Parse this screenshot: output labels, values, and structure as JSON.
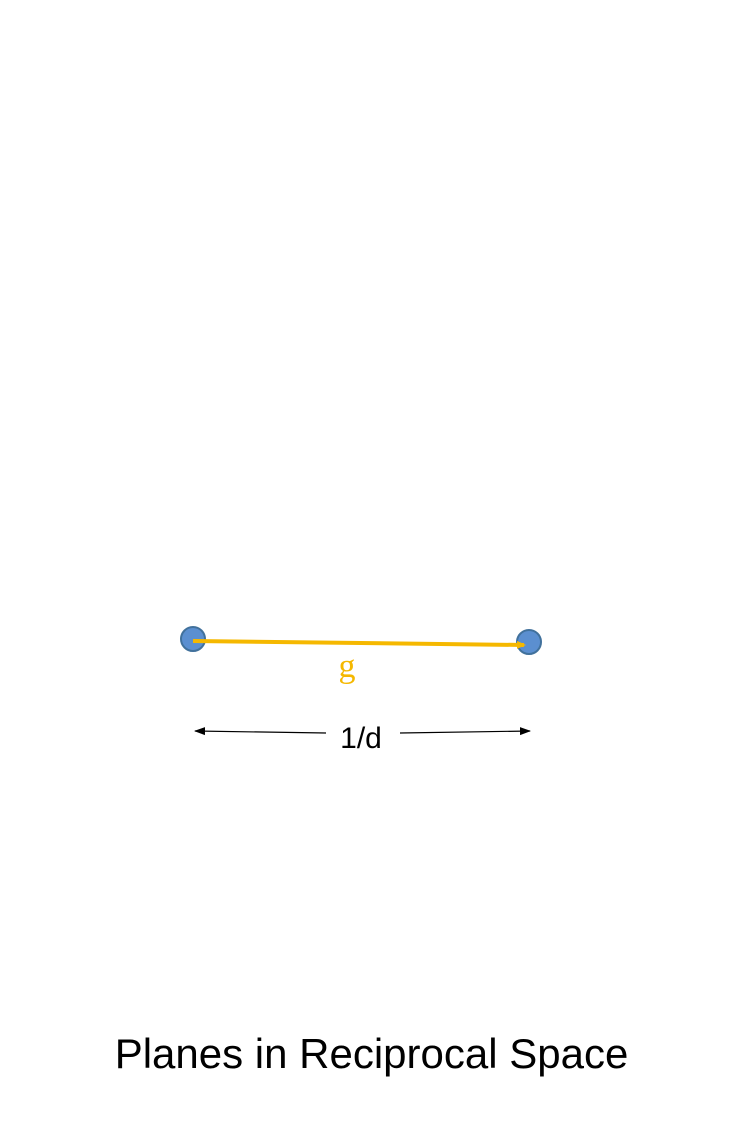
{
  "diagram": {
    "vector_label": "g",
    "distance_label": "1/d",
    "caption": "Planes in Reciprocal Space"
  },
  "colors": {
    "point_fill": "#5b8fd0",
    "point_stroke": "#41719c",
    "vector": "#f5b800",
    "vector_label": "#f5b800",
    "dimension_line": "#000000",
    "caption": "#000000"
  }
}
